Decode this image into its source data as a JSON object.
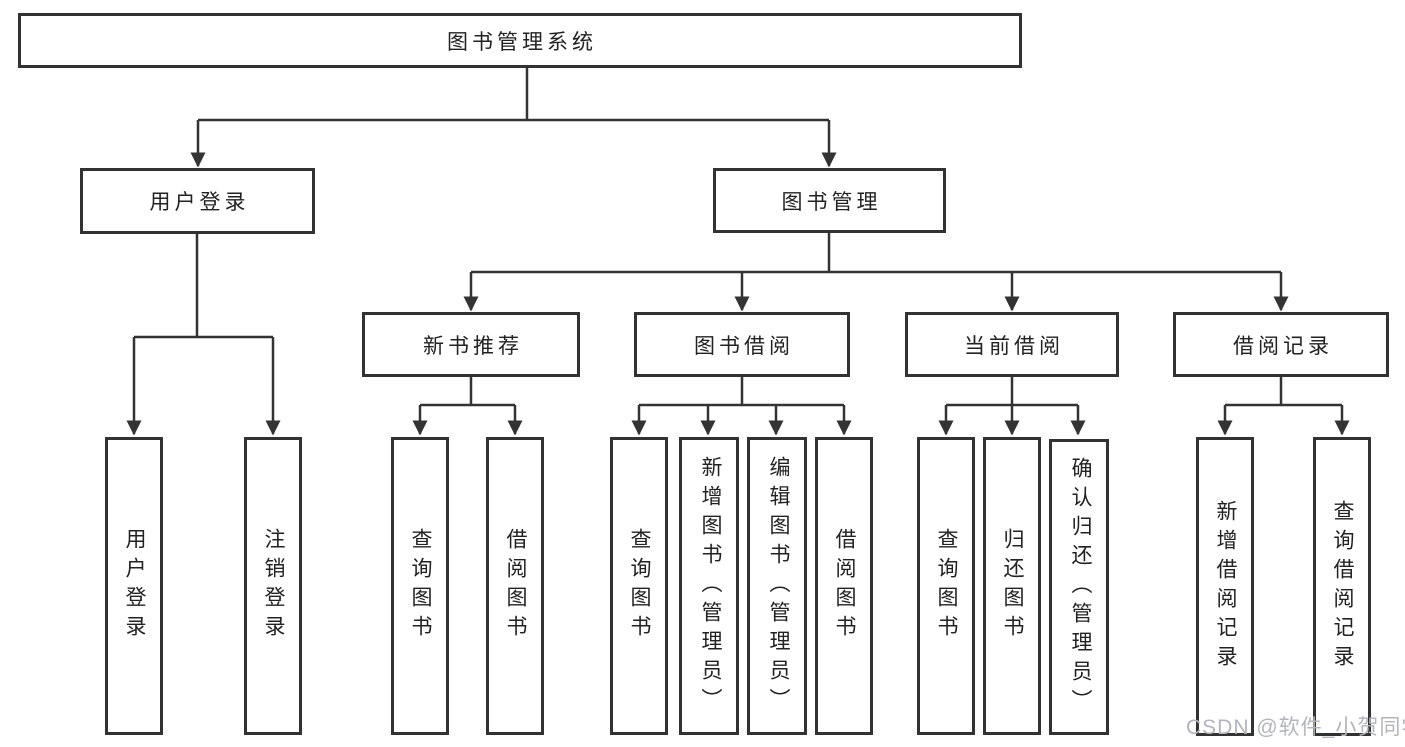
{
  "diagram_type": "hierarchy-tree",
  "tree": {
    "label": "图书管理系统",
    "children": [
      {
        "label": "用户登录",
        "children": [
          {
            "label": "用户登录"
          },
          {
            "label": "注销登录"
          }
        ]
      },
      {
        "label": "图书管理",
        "children": [
          {
            "label": "新书推荐",
            "children": [
              {
                "label": "查询图书"
              },
              {
                "label": "借阅图书"
              }
            ]
          },
          {
            "label": "图书借阅",
            "children": [
              {
                "label": "查询图书"
              },
              {
                "label": "新增图书（管理员）"
              },
              {
                "label": "编辑图书（管理员）"
              },
              {
                "label": "借阅图书"
              }
            ]
          },
          {
            "label": "当前借阅",
            "children": [
              {
                "label": "查询图书"
              },
              {
                "label": "归还图书"
              },
              {
                "label": "确认归还（管理员）"
              }
            ]
          },
          {
            "label": "借阅记录",
            "children": [
              {
                "label": "新增借阅记录"
              },
              {
                "label": "查询借阅记录"
              }
            ]
          }
        ]
      }
    ]
  },
  "watermark": {
    "text": "CSDN @软件_小贺同学"
  },
  "colors": {
    "line": "#333333",
    "box_border": "#323232",
    "box_background": "#ffffff",
    "text": "#222222",
    "watermark": "#b2b6bc"
  }
}
